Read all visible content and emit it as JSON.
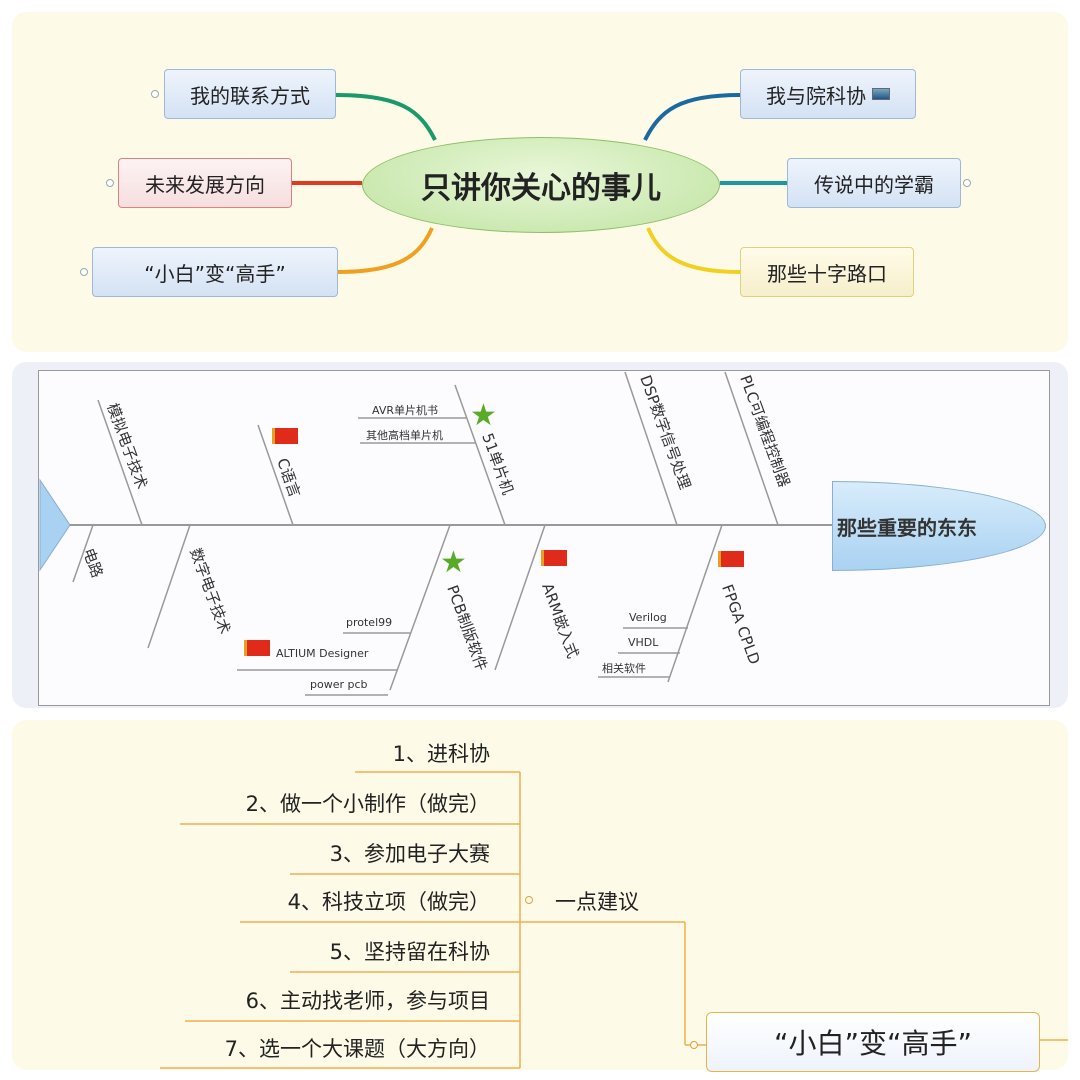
{
  "mindmap": {
    "center": "只讲你关心的事儿",
    "left": [
      "我的联系方式",
      "未来发展方向",
      "“小白”变“高手”"
    ],
    "right": [
      "我与院科协",
      "传说中的学霸",
      "那些十字路口"
    ]
  },
  "fishbone": {
    "head": "那些重要的东东",
    "top": [
      "模拟电子技术",
      "C语言",
      "51单片机",
      "DSP数字信号处理",
      "PLC可编程控制器"
    ],
    "bottom": [
      "电路",
      "数字电子技术",
      "PCB制版软件",
      "ARM嵌入式",
      "FPGA CPLD"
    ],
    "sub_51": [
      "AVR单片机书",
      "其他高档单片机"
    ],
    "sub_pcb": [
      "protel99",
      "ALTIUM Designer",
      "power pcb"
    ],
    "sub_fpga": [
      "Verilog",
      "VHDL",
      "相关软件"
    ]
  },
  "advice": {
    "parent": "“小白”变“高手”",
    "title": "一点建议",
    "items": [
      "1、进科协",
      "2、做一个小制作（做完）",
      "3、参加电子大赛",
      "4、科技立项（做完）",
      "5、坚持留在科协",
      "6、主动找老师，参与项目",
      "7、选一个大课题（大方向）"
    ]
  }
}
